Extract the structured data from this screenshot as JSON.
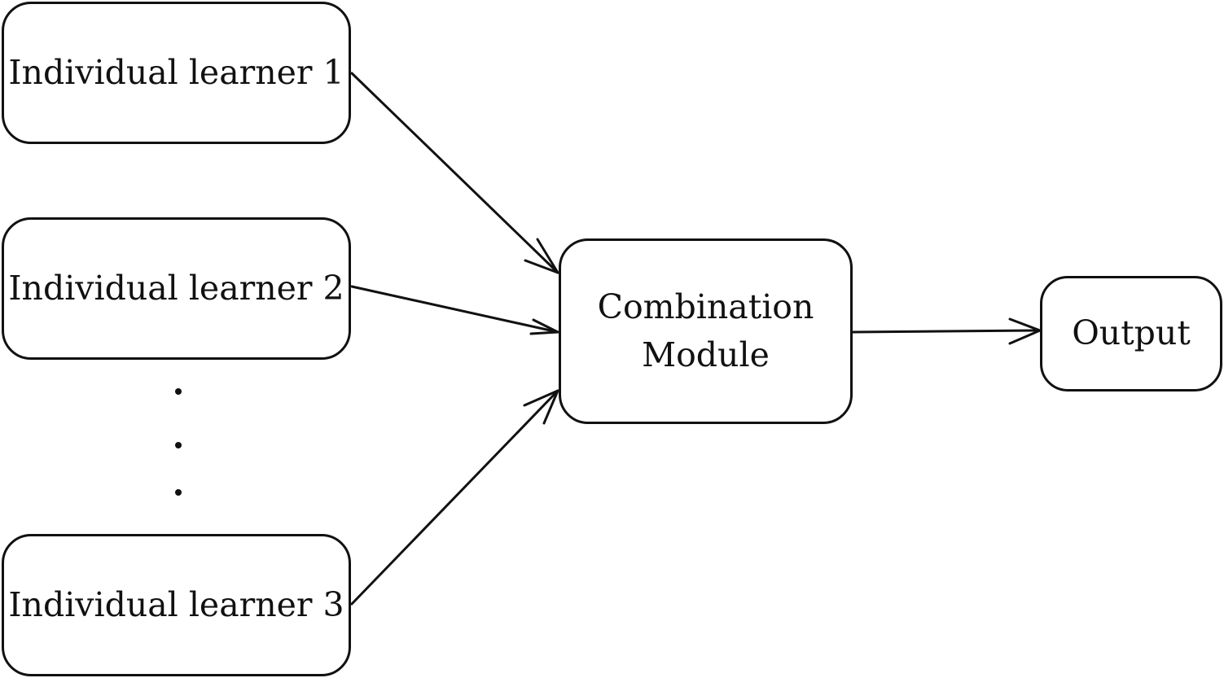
{
  "diagram": {
    "learners": [
      {
        "label": "Individual learner 1"
      },
      {
        "label": "Individual learner 2"
      },
      {
        "label": "Individual learner 3"
      }
    ],
    "combination": {
      "line1": "Combination",
      "line2": "Module"
    },
    "output": {
      "label": "Output"
    },
    "edges": [
      {
        "from": "Individual learner 1",
        "to": "Combination Module"
      },
      {
        "from": "Individual learner 2",
        "to": "Combination Module"
      },
      {
        "from": "Individual learner 3",
        "to": "Combination Module"
      },
      {
        "from": "Combination Module",
        "to": "Output"
      }
    ],
    "colors": {
      "stroke": "#111111",
      "background": "#ffffff"
    }
  }
}
